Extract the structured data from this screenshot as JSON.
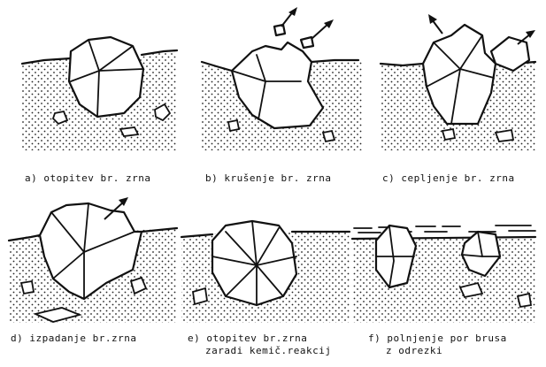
{
  "figure": {
    "panels": [
      {
        "id": "a",
        "caption": "a) otopitev br. zrna"
      },
      {
        "id": "b",
        "caption": "b) krušenje  br. zrna"
      },
      {
        "id": "c",
        "caption": "c) cepljenje br. zrna"
      },
      {
        "id": "d",
        "caption": "d) izpadanje br.zrna"
      },
      {
        "id": "e",
        "caption": "e) otopitev br.zrna",
        "caption2": "zaradi kemič.reakcij"
      },
      {
        "id": "f",
        "caption": "f) polnjenje por brusa",
        "caption2": "z odrezki"
      }
    ]
  }
}
